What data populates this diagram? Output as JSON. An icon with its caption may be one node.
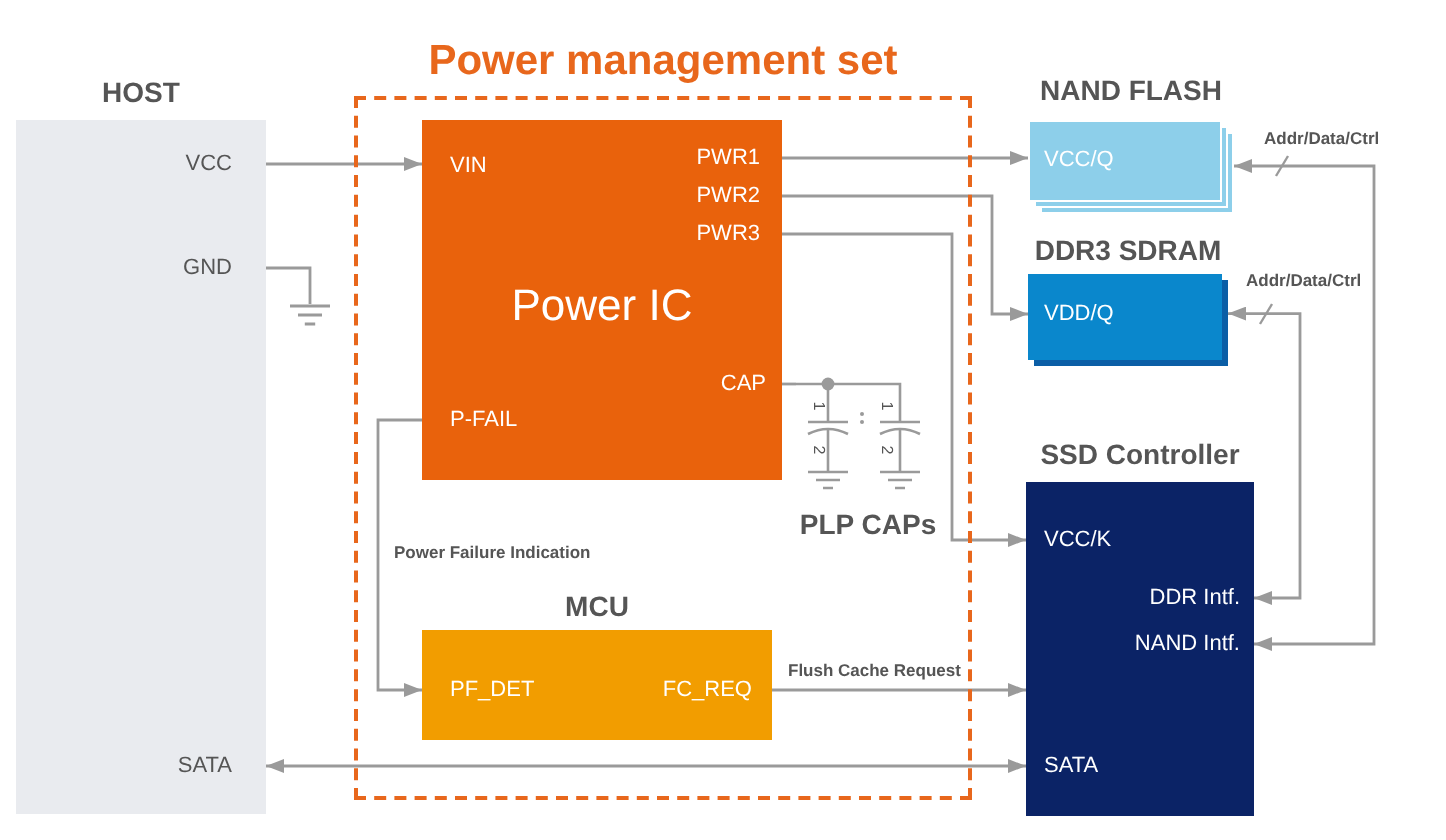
{
  "diagram": {
    "nodes": [
      {
        "text": [
          "HOST"
        ]
      },
      {
        "text": [
          "VCC"
        ],
        "in": 0
      },
      {
        "text": [
          "GND"
        ],
        "in": 0
      },
      {
        "text": [
          "SATA"
        ],
        "in": 0
      },
      {
        "text": [],
        "shape": "ground"
      },
      {
        "text": [
          "Power management set"
        ]
      },
      {
        "text": [
          "Power IC"
        ],
        "in": 5
      },
      {
        "text": [
          "VIN"
        ],
        "in": 6
      },
      {
        "text": [
          "PWR1"
        ],
        "in": 6
      },
      {
        "text": [
          "PWR2"
        ],
        "in": 6
      },
      {
        "text": [
          "PWR3"
        ],
        "in": 6
      },
      {
        "text": [
          "CAP"
        ],
        "in": 6
      },
      {
        "text": [
          "P-FAIL"
        ],
        "in": 6
      },
      {
        "text": [
          "PLP CAPs"
        ],
        "in": 5
      },
      {
        "text": [
          "MCU"
        ],
        "in": 5
      },
      {
        "text": [
          "PF_DET"
        ],
        "in": 14
      },
      {
        "text": [
          "FC_REQ"
        ],
        "in": 14
      },
      {
        "text": [
          "NAND FLASH"
        ]
      },
      {
        "text": [
          "VCC/Q"
        ],
        "in": 17
      },
      {
        "text": [
          "DDR3 SDRAM"
        ]
      },
      {
        "text": [
          "VDD/Q"
        ],
        "in": 19
      },
      {
        "text": [
          "SSD Controller"
        ]
      },
      {
        "text": [
          "VCC/K"
        ],
        "in": 21
      },
      {
        "text": [
          "DDR Intf."
        ],
        "in": 21
      },
      {
        "text": [
          "NAND Intf."
        ],
        "in": 21
      },
      {
        "text": [
          "SATA"
        ],
        "in": 21
      }
    ],
    "edges": [
      {
        "from": 1,
        "to": 7,
        "arrow": "to"
      },
      {
        "from": 2,
        "to": 4,
        "arrow": "none"
      },
      {
        "from": 8,
        "to": 18,
        "arrow": "to"
      },
      {
        "from": 9,
        "to": 20,
        "arrow": "to"
      },
      {
        "from": 10,
        "to": 22,
        "arrow": "to"
      },
      {
        "from": 11,
        "to": 13,
        "arrow": "none"
      },
      {
        "from": 12,
        "to": 15,
        "arrow": "to",
        "label": "Power Failure Indication"
      },
      {
        "from": 16,
        "to": 21,
        "arrow": "to",
        "label": "Flush Cache Request"
      },
      {
        "from": 3,
        "to": 25,
        "arrow": "both"
      },
      {
        "from": 24,
        "to": 17,
        "arrow": "both",
        "label": "Addr/Data/Ctrl"
      },
      {
        "from": 23,
        "to": 19,
        "arrow": "both",
        "label": "Addr/Data/Ctrl"
      }
    ],
    "labels": [
      "1",
      "2",
      "1",
      "2"
    ]
  }
}
